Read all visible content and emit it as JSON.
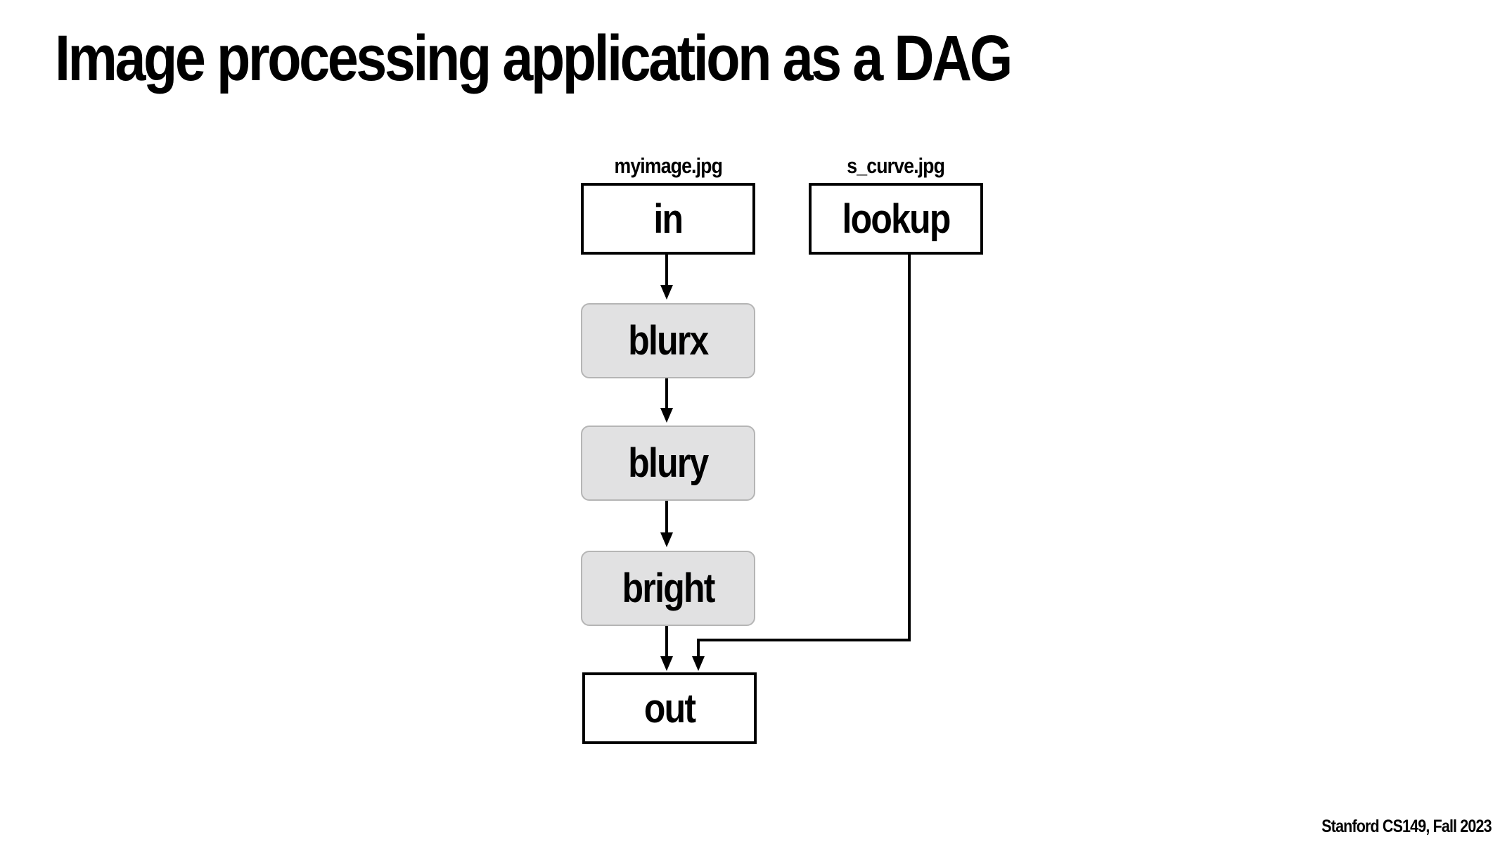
{
  "title": "Image processing application as a DAG",
  "footer": "Stanford CS149, Fall 2023",
  "diagram": {
    "nodes": {
      "in": {
        "label": "in",
        "caption": "myimage.jpg"
      },
      "lookup": {
        "label": "lookup",
        "caption": "s_curve.jpg"
      },
      "blurx": {
        "label": "blurx"
      },
      "blury": {
        "label": "blury"
      },
      "bright": {
        "label": "bright"
      },
      "out": {
        "label": "out"
      }
    },
    "edges": [
      {
        "from": "in",
        "to": "blurx"
      },
      {
        "from": "blurx",
        "to": "blury"
      },
      {
        "from": "blury",
        "to": "bright"
      },
      {
        "from": "bright",
        "to": "out"
      },
      {
        "from": "lookup",
        "to": "out"
      }
    ]
  }
}
